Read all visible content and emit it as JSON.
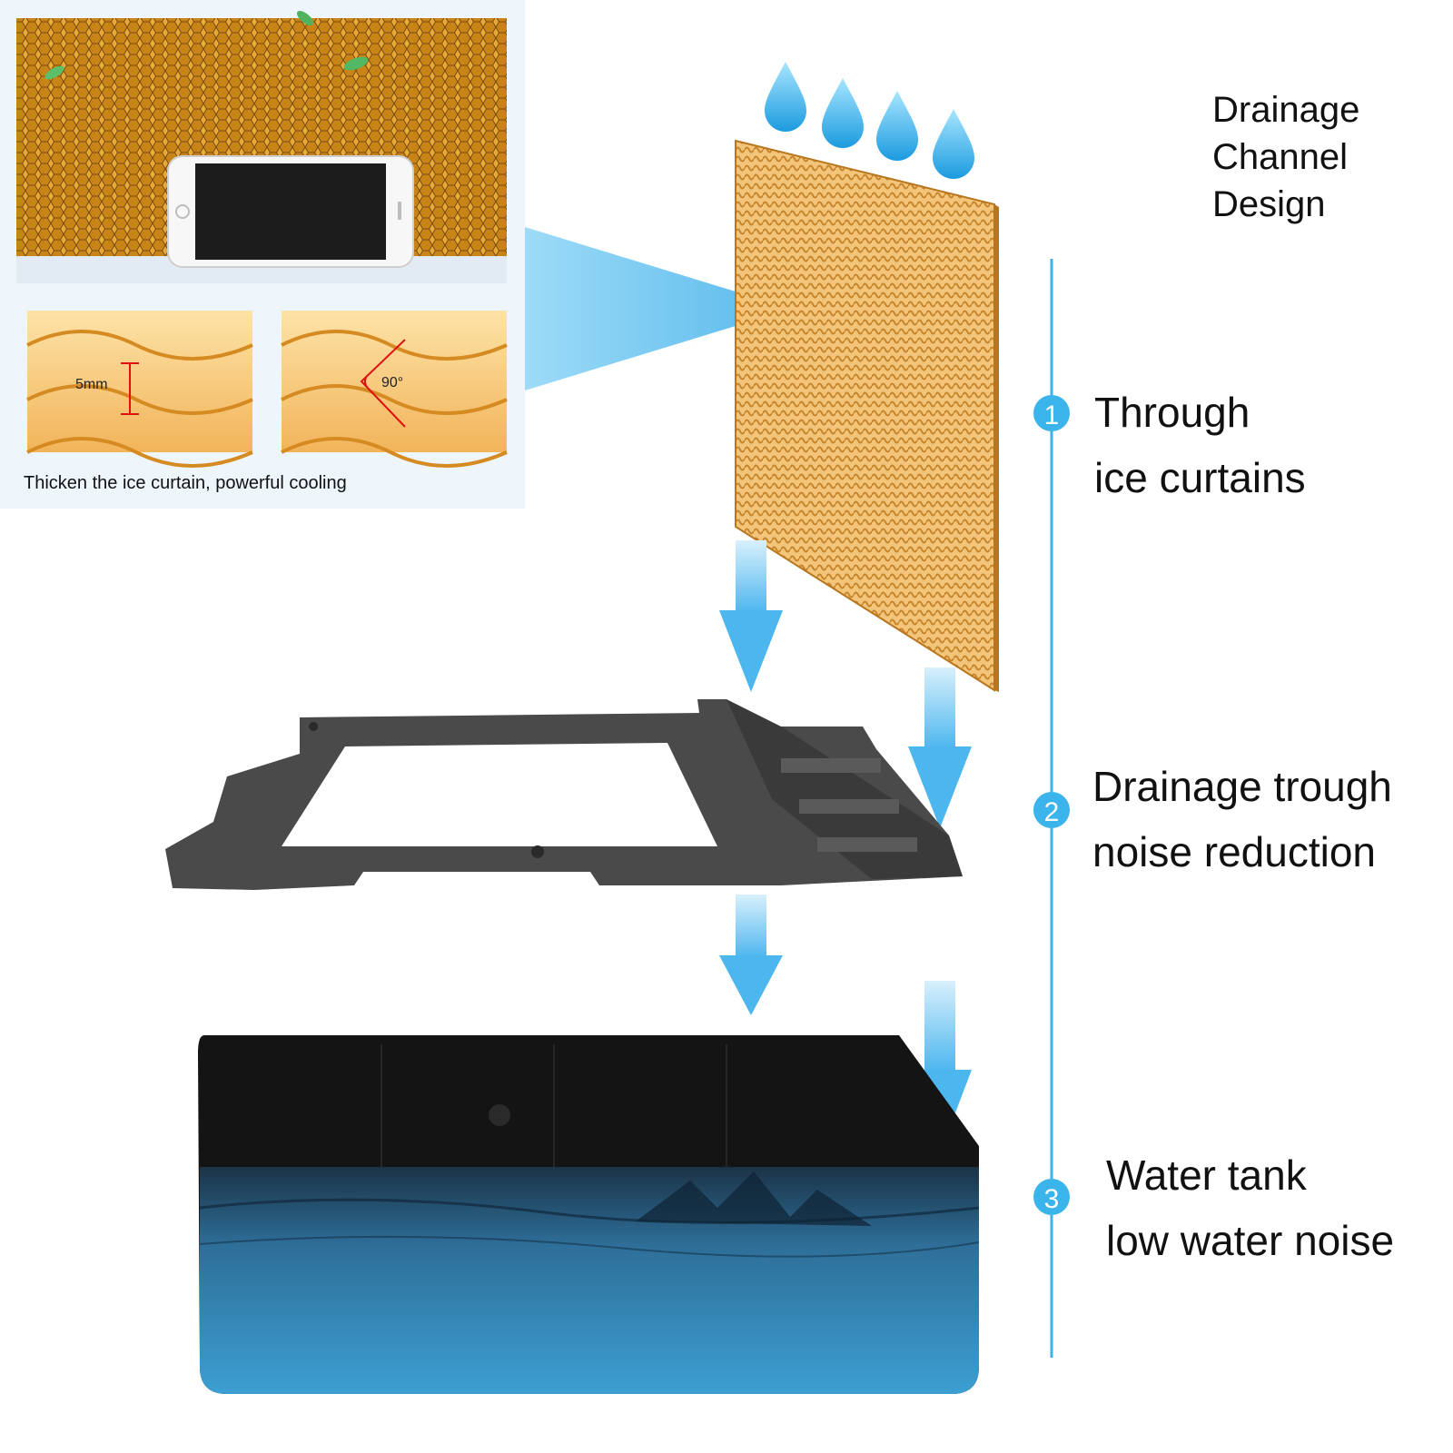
{
  "title": [
    "Drainage",
    "Channel",
    "Design"
  ],
  "steps": [
    {
      "number": "1",
      "line1": "Through",
      "line2": "ice curtains"
    },
    {
      "number": "2",
      "line1": "Drainage trough",
      "line2": "noise reduction"
    },
    {
      "number": "3",
      "line1": "Water tank",
      "line2": "low water noise"
    }
  ],
  "inset": {
    "caption": "Thicken the ice curtain, powerful cooling",
    "dim_height": "5mm",
    "dim_angle": "90°"
  },
  "colors": {
    "accent_blue": "#3ab4ea",
    "pad_gold": "#e8a53a",
    "trough_gray": "#4a4a4a",
    "tank_black": "#141414",
    "water_blue": "#3c9fd2"
  }
}
